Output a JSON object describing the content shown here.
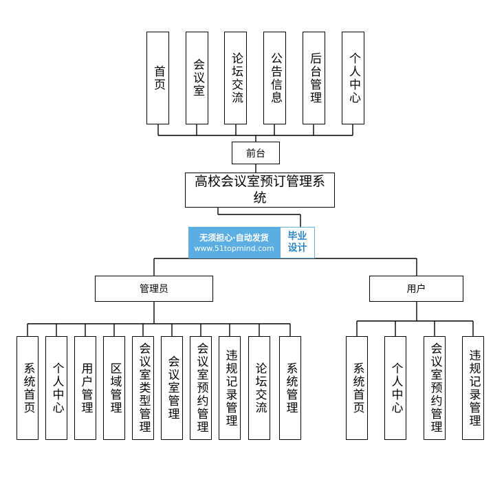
{
  "title": "高校会议室预订管理系统",
  "frontend": {
    "label": "前台",
    "modules": [
      "首页",
      "会议室",
      "论坛交流",
      "公告信息",
      "后台管理",
      "个人中心"
    ]
  },
  "admin": {
    "label": "管理员",
    "modules": [
      "系统首页",
      "个人中心",
      "用户管理",
      "区域管理",
      "会议室类型管理",
      "会议室管理",
      "会议室预约管理",
      "违规记录管理",
      "论坛交流",
      "系统管理"
    ]
  },
  "user": {
    "label": "用户",
    "modules": [
      "系统首页",
      "个人中心",
      "会议室预约管理",
      "违规记录管理"
    ]
  },
  "watermark": {
    "line1": "无须担心·自动发货",
    "line2": "www.51topmind.com",
    "badge_line1": "毕业",
    "badge_line2": "设计"
  }
}
